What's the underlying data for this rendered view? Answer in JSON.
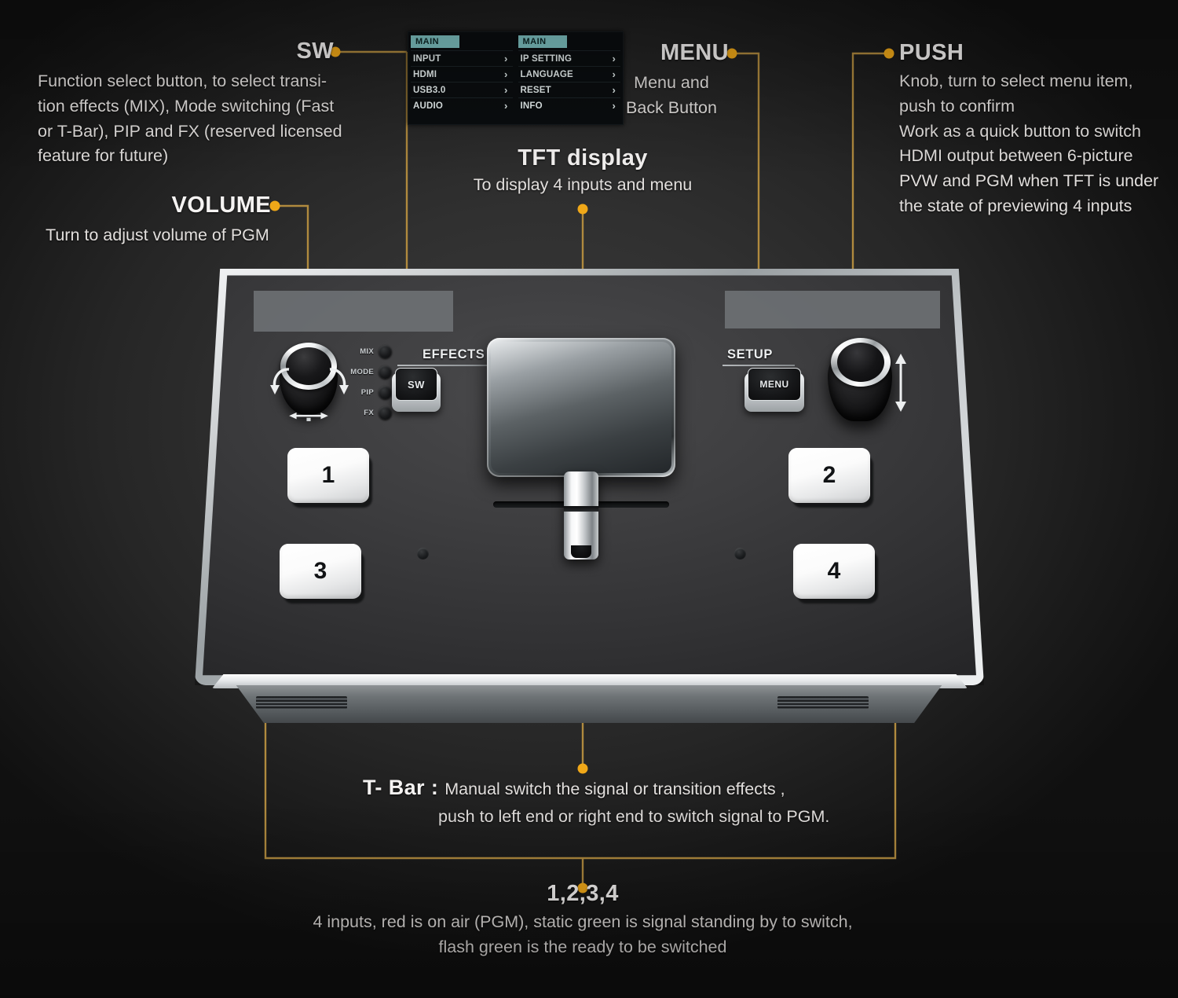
{
  "callouts": {
    "sw": {
      "title": "SW",
      "body": "Function select button, to select transi-\ntion effects (MIX), Mode switching (Fast\nor T-Bar), PIP and FX (reserved licensed\nfeature for future)"
    },
    "volume": {
      "title": "VOLUME",
      "body": "Turn to adjust volume of PGM"
    },
    "tft": {
      "title": "TFT display",
      "body": "To display 4 inputs and menu"
    },
    "menu": {
      "title": "MENU",
      "body": "Menu and\nBack Button"
    },
    "push": {
      "title": "PUSH",
      "body": "Knob, turn to select menu item,\npush to confirm\nWork as a quick button to switch\nHDMI output between 6-picture\nPVW and PGM when TFT is under\nthe state of previewing 4 inputs"
    },
    "tbar": {
      "title": "T- Bar :",
      "line1": "Manual switch the signal or transition effects ,",
      "line2": "push to left end or right end to switch signal to PGM."
    },
    "inputs": {
      "title": "1,2,3,4",
      "body": "4 inputs, red is on air (PGM), static green is signal standing by to switch,\nflash green is the ready to be switched"
    }
  },
  "menu_screen": {
    "left": {
      "header": "MAIN",
      "items": [
        "INPUT",
        "HDMI",
        "USB3.0",
        "AUDIO"
      ],
      "chevron": "›"
    },
    "right": {
      "header": "MAIN",
      "items": [
        "IP SETTING",
        "LANGUAGE",
        "RESET",
        "INFO"
      ],
      "chevron": "›"
    }
  },
  "device": {
    "effects_caption": "EFFECTS",
    "setup_caption": "SETUP",
    "sw_button_label": "SW",
    "menu_button_label": "MENU",
    "led_labels": [
      "MIX",
      "MODE",
      "PIP",
      "FX"
    ],
    "input_buttons": [
      "1",
      "2",
      "3",
      "4"
    ]
  },
  "colors": {
    "leader_line": "#b08a3e",
    "leader_dot": "#f0a818",
    "menu_header_bg": "#7fc4c4",
    "panel_dark": "#3d3d3f",
    "chrome": "#e6e8ea"
  }
}
